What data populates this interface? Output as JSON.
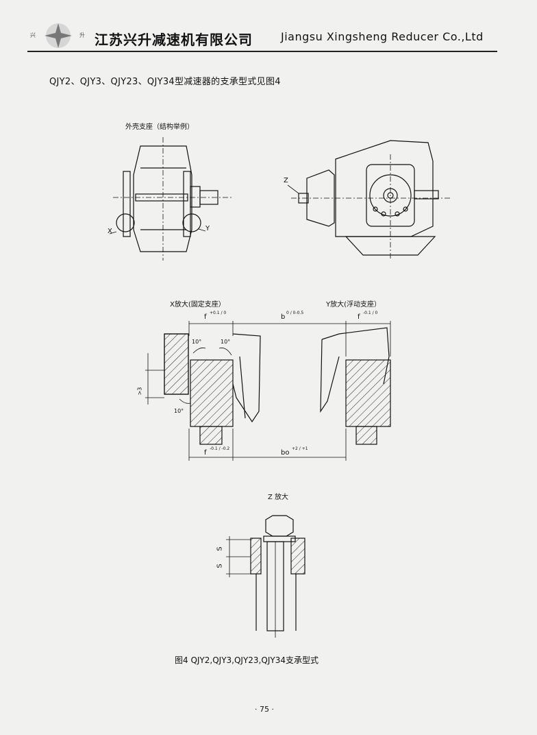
{
  "header": {
    "logo_chars": [
      "兴",
      "升"
    ],
    "company_cn": "江苏兴升减速机有限公司",
    "company_en": "Jiangsu Xingsheng Reducer Co.,Ltd"
  },
  "intro": "QJY2、QJY3、QJY23、QJY34型减速器的支承型式见图4",
  "top_drawing": {
    "title": "外壳支座（结构举例）",
    "label_x": "X",
    "label_y": "Y",
    "label_z": "Z"
  },
  "detail_xy": {
    "x_title": "X放大(固定支座）",
    "y_title": "Y放大(浮动支座）",
    "f_top_left": "f",
    "f_top_left_tol": "+0.1 / 0",
    "b0_top": "b",
    "b0_top_tol": "0 / 0-0.5",
    "f_top_right": "f",
    "f_top_right_tol": "-0.1 / 0",
    "angle_1": "10°",
    "angle_2": "10°",
    "angle_3": "10°",
    "gap": ">3",
    "f_bottom": "f",
    "f_bottom_tol": "-0.1 / -0.2",
    "b0_bottom": "bo",
    "b0_bottom_tol": "+2 / +1"
  },
  "detail_z": {
    "title": "Z 放大",
    "s1": "S",
    "s2": "S"
  },
  "caption": "图4 QJY2,QJY3,QJY23,QJY34支承型式",
  "page_number": "· 75 ·"
}
